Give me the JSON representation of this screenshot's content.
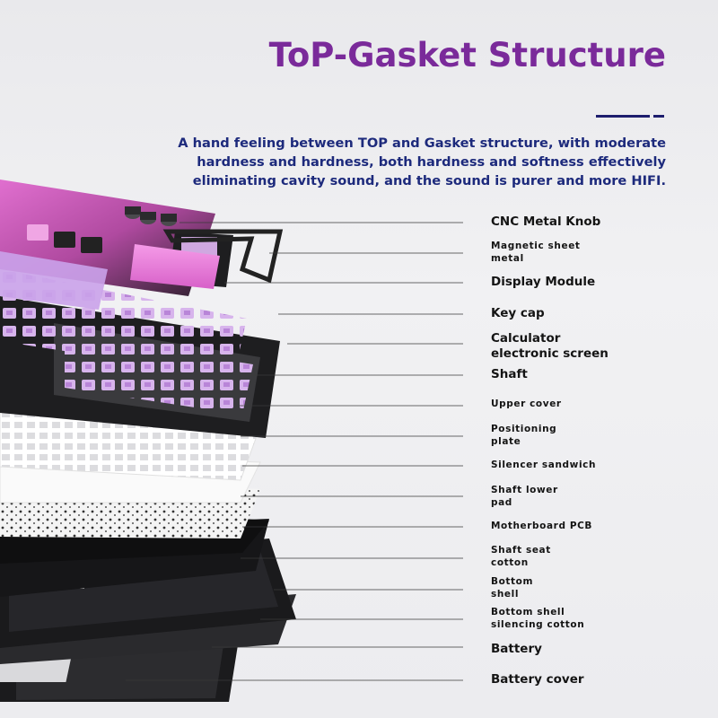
{
  "title": "ToP-Gasket Structure",
  "subtitle": [
    "A hand feeling between TOP and Gasket structure, with moderate",
    "hardness and hardness, both hardness and softness effectively",
    "eliminating cavity sound, and the sound is purer and more HIFI."
  ],
  "colors": {
    "title": "#7a2a9a",
    "subtitle": "#1d2a7c",
    "accent_line": "#1d1d6e",
    "keycap_pink": "#e07ad8",
    "keycap_lavender": "#c79ce6",
    "frame_black": "#1e1e20",
    "plate_white": "#f7f7f7"
  },
  "parts": [
    {
      "lines": [
        "CNC Metal Knob"
      ],
      "size": "big"
    },
    {
      "lines": [
        "Magnetic sheet",
        "metal"
      ],
      "size": "small"
    },
    {
      "lines": [
        "Display Module"
      ],
      "size": "big"
    },
    {
      "lines": [
        "Key cap"
      ],
      "size": "big"
    },
    {
      "lines": [
        "Calculator",
        "electronic screen"
      ],
      "size": "big"
    },
    {
      "lines": [
        "Shaft"
      ],
      "size": "big"
    },
    {
      "lines": [
        "Upper cover"
      ],
      "size": "small"
    },
    {
      "lines": [
        "Positioning",
        "plate"
      ],
      "size": "small"
    },
    {
      "lines": [
        "Silencer sandwich"
      ],
      "size": "small"
    },
    {
      "lines": [
        "Shaft lower",
        "pad"
      ],
      "size": "small"
    },
    {
      "lines": [
        "Motherboard PCB"
      ],
      "size": "small"
    },
    {
      "lines": [
        "Shaft seat",
        "cotton"
      ],
      "size": "small"
    },
    {
      "lines": [
        "Bottom",
        "shell"
      ],
      "size": "small"
    },
    {
      "lines": [
        "Bottom shell",
        "silencing cotton"
      ],
      "size": "small"
    },
    {
      "lines": [
        "Battery"
      ],
      "size": "big"
    },
    {
      "lines": [
        "Battery cover"
      ],
      "size": "big"
    }
  ]
}
